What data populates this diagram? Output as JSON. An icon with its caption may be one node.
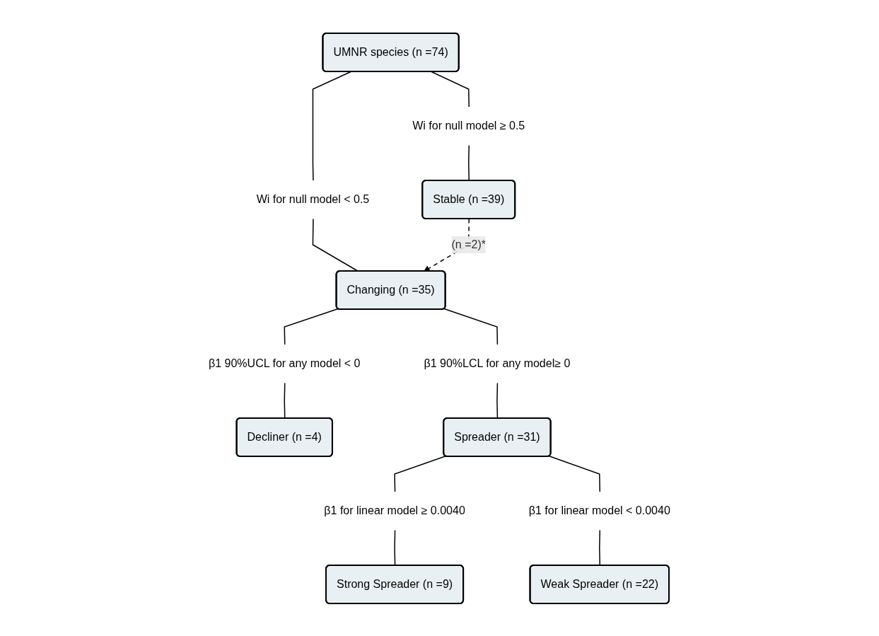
{
  "diagram": {
    "nodes": [
      {
        "text": [
          "UMNR species (n =74)"
        ]
      },
      {
        "text": [
          "Wi for null model ≥ 0.5"
        ]
      },
      {
        "text": [
          "Wi for null model < 0.5"
        ]
      },
      {
        "text": [
          "Stable (n =39)"
        ]
      },
      {
        "text": [
          "Changing (n =35)"
        ]
      },
      {
        "text": [
          "β1 90%UCL for any model < 0"
        ]
      },
      {
        "text": [
          "β1 90%LCL for any model≥ 0"
        ]
      },
      {
        "text": [
          "Decliner (n =4)"
        ]
      },
      {
        "text": [
          "Spreader (n =31)"
        ]
      },
      {
        "text": [
          "β1 for linear model ≥ 0.0040"
        ]
      },
      {
        "text": [
          "β1 for linear model < 0.0040"
        ]
      },
      {
        "text": [
          "Strong Spreader (n =9)"
        ]
      },
      {
        "text": [
          "Weak Spreader (n =22)"
        ]
      }
    ],
    "edges": [
      {
        "from": 0,
        "to": 1,
        "arrow": "none"
      },
      {
        "from": 0,
        "to": 2,
        "arrow": "none"
      },
      {
        "from": 1,
        "to": 3,
        "arrow": "none"
      },
      {
        "from": 2,
        "to": 4,
        "arrow": "none"
      },
      {
        "from": 3,
        "to": 4,
        "arrow": "to",
        "label": "(n =2)*",
        "style": "dashed"
      },
      {
        "from": 4,
        "to": 5,
        "arrow": "none"
      },
      {
        "from": 4,
        "to": 6,
        "arrow": "none"
      },
      {
        "from": 5,
        "to": 7,
        "arrow": "none"
      },
      {
        "from": 6,
        "to": 8,
        "arrow": "none"
      },
      {
        "from": 8,
        "to": 9,
        "arrow": "none"
      },
      {
        "from": 8,
        "to": 10,
        "arrow": "none"
      },
      {
        "from": 9,
        "to": 11,
        "arrow": "none"
      },
      {
        "from": 10,
        "to": 12,
        "arrow": "none"
      }
    ]
  }
}
